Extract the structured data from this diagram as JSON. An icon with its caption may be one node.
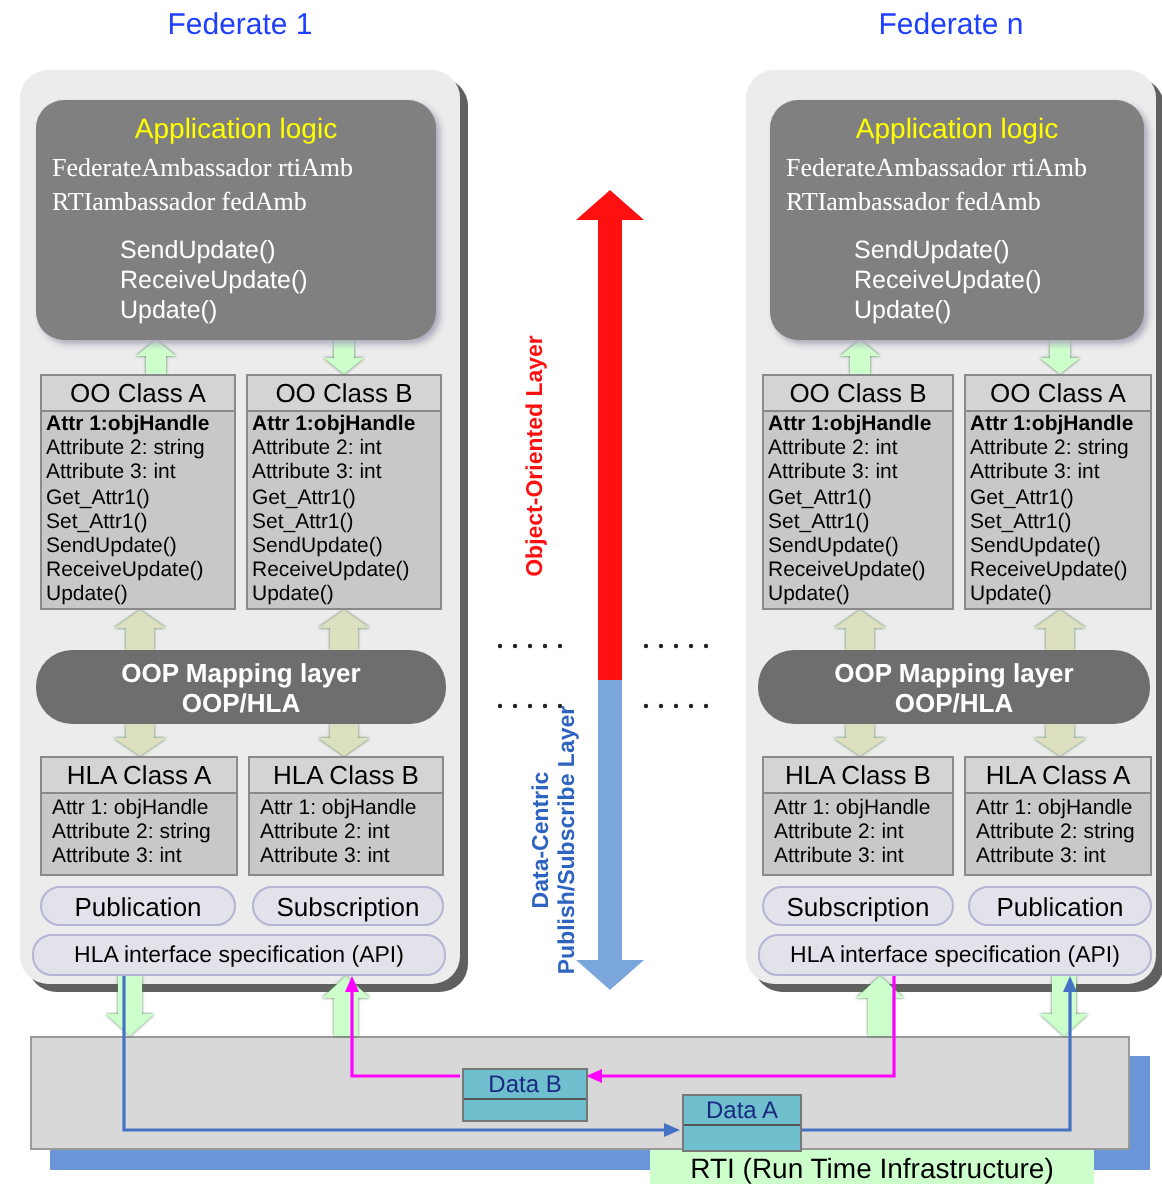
{
  "diagram": {
    "nodes": [
      {
        "text": [
          "Federate 1"
        ]
      },
      {
        "text": [
          "Application logic",
          "FederateAmbassador rtiAmb",
          "RTIambassador fedAmb",
          "SendUpdate()",
          "ReceiveUpdate()",
          "Update()"
        ],
        "in": 0
      },
      {
        "text": [
          "OO Class A",
          "Attr 1:objHandle",
          "Attribute 2: string",
          "Attribute 3: int",
          "Get_Attr1()",
          "Set_Attr1()",
          "SendUpdate()",
          "ReceiveUpdate()",
          "Update()"
        ],
        "in": 0
      },
      {
        "text": [
          "OO Class B",
          "Attr 1:objHandle",
          "Attribute 2: int",
          "Attribute 3: int",
          "Get_Attr1()",
          "Set_Attr1()",
          "SendUpdate()",
          "ReceiveUpdate()",
          "Update()"
        ],
        "in": 0
      },
      {
        "text": [
          "OOP Mapping layer",
          "OOP/HLA"
        ],
        "in": 0
      },
      {
        "text": [
          "HLA Class A",
          "Attr 1: objHandle",
          "Attribute 2: string",
          "Attribute 3: int"
        ],
        "in": 0
      },
      {
        "text": [
          "HLA Class B",
          "Attr 1: objHandle",
          "Attribute 2: int",
          "Attribute 3: int"
        ],
        "in": 0
      },
      {
        "text": [
          "Publication"
        ],
        "in": 0
      },
      {
        "text": [
          "Subscription"
        ],
        "in": 0
      },
      {
        "text": [
          "HLA interface specification (API)"
        ],
        "in": 0
      },
      {
        "text": [
          "Federate n"
        ]
      },
      {
        "text": [
          "Application logic",
          "FederateAmbassador rtiAmb",
          "RTIambassador fedAmb",
          "SendUpdate()",
          "ReceiveUpdate()",
          "Update()"
        ],
        "in": 10
      },
      {
        "text": [
          "OO Class B",
          "Attr 1:objHandle",
          "Attribute 2: int",
          "Attribute 3: int",
          "Get_Attr1()",
          "Set_Attr1()",
          "SendUpdate()",
          "ReceiveUpdate()",
          "Update()"
        ],
        "in": 10
      },
      {
        "text": [
          "OO Class A",
          "Attr 1:objHandle",
          "Attribute 2: string",
          "Attribute 3: int",
          "Get_Attr1()",
          "Set_Attr1()",
          "SendUpdate()",
          "ReceiveUpdate()",
          "Update()"
        ],
        "in": 10
      },
      {
        "text": [
          "OOP Mapping layer",
          "OOP/HLA"
        ],
        "in": 10
      },
      {
        "text": [
          "HLA Class B",
          "Attr 1: objHandle",
          "Attribute 2: int",
          "Attribute 3: int"
        ],
        "in": 10
      },
      {
        "text": [
          "HLA Class A",
          "Attr 1: objHandle",
          "Attribute 2: string",
          "Attribute 3: int"
        ],
        "in": 10
      },
      {
        "text": [
          "Subscription"
        ],
        "in": 10
      },
      {
        "text": [
          "Publication"
        ],
        "in": 10
      },
      {
        "text": [
          "HLA interface specification (API)"
        ],
        "in": 10
      },
      {
        "text": [
          "RTI (Run Time Infrastructure)"
        ]
      },
      {
        "text": [
          "Data B"
        ],
        "in": 20
      },
      {
        "text": [
          "Data A"
        ],
        "in": 20
      }
    ],
    "edges": [
      {
        "from": 2,
        "to": 1,
        "arrow": "to"
      },
      {
        "from": 1,
        "to": 3,
        "arrow": "to"
      },
      {
        "from": 4,
        "to": 2,
        "arrow": "to",
        "color": "#dde0c0"
      },
      {
        "from": 4,
        "to": 5,
        "arrow": "to",
        "color": "#dde0c0"
      },
      {
        "from": 4,
        "to": 3,
        "arrow": "to",
        "color": "#dde0c0"
      },
      {
        "from": 4,
        "to": 6,
        "arrow": "to",
        "color": "#dde0c0"
      },
      {
        "from": 12,
        "to": 11,
        "arrow": "to"
      },
      {
        "from": 11,
        "to": 13,
        "arrow": "to"
      },
      {
        "from": 14,
        "to": 12,
        "arrow": "to",
        "color": "#dde0c0"
      },
      {
        "from": 14,
        "to": 15,
        "arrow": "to",
        "color": "#dde0c0"
      },
      {
        "from": 14,
        "to": 13,
        "arrow": "to",
        "color": "#dde0c0"
      },
      {
        "from": 14,
        "to": 16,
        "arrow": "to",
        "color": "#dde0c0"
      },
      {
        "from": 9,
        "to": 20,
        "arrow": "to"
      },
      {
        "from": 20,
        "to": 9,
        "arrow": "to"
      },
      {
        "from": 20,
        "to": 19,
        "arrow": "to"
      },
      {
        "from": 19,
        "to": 20,
        "arrow": "to"
      },
      {
        "from": 9,
        "to": 22,
        "arrow": "to",
        "color": "#4472c4"
      },
      {
        "from": 22,
        "to": 19,
        "arrow": "to",
        "color": "#4472c4"
      },
      {
        "from": 19,
        "to": 21,
        "arrow": "to",
        "color": "#ff00ff"
      },
      {
        "from": 21,
        "to": 9,
        "arrow": "to",
        "color": "#ff00ff"
      }
    ],
    "labels": [
      "Object-Oriented Layer",
      "Data-Centric Publish/Subscribe Layer"
    ]
  }
}
